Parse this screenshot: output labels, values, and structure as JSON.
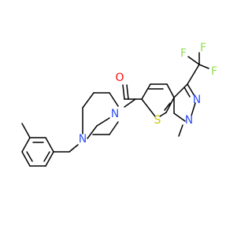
{
  "molecule": {
    "atoms": {
      "oxygen": "O",
      "nitrogen_piperazine_top": "N",
      "nitrogen_piperazine_bottom": "N",
      "nitrogen_pyrazole_n2": "N",
      "nitrogen_pyrazole_n1": "N",
      "sulfur": "S",
      "fluorine_left": "F",
      "fluorine_top": "F",
      "fluorine_right": "F"
    },
    "colors": {
      "bond": "#000000",
      "oxygen": "#ff0d0d",
      "nitrogen": "#3050f8",
      "sulfur": "#c8c800",
      "fluorine": "#90e050"
    }
  }
}
